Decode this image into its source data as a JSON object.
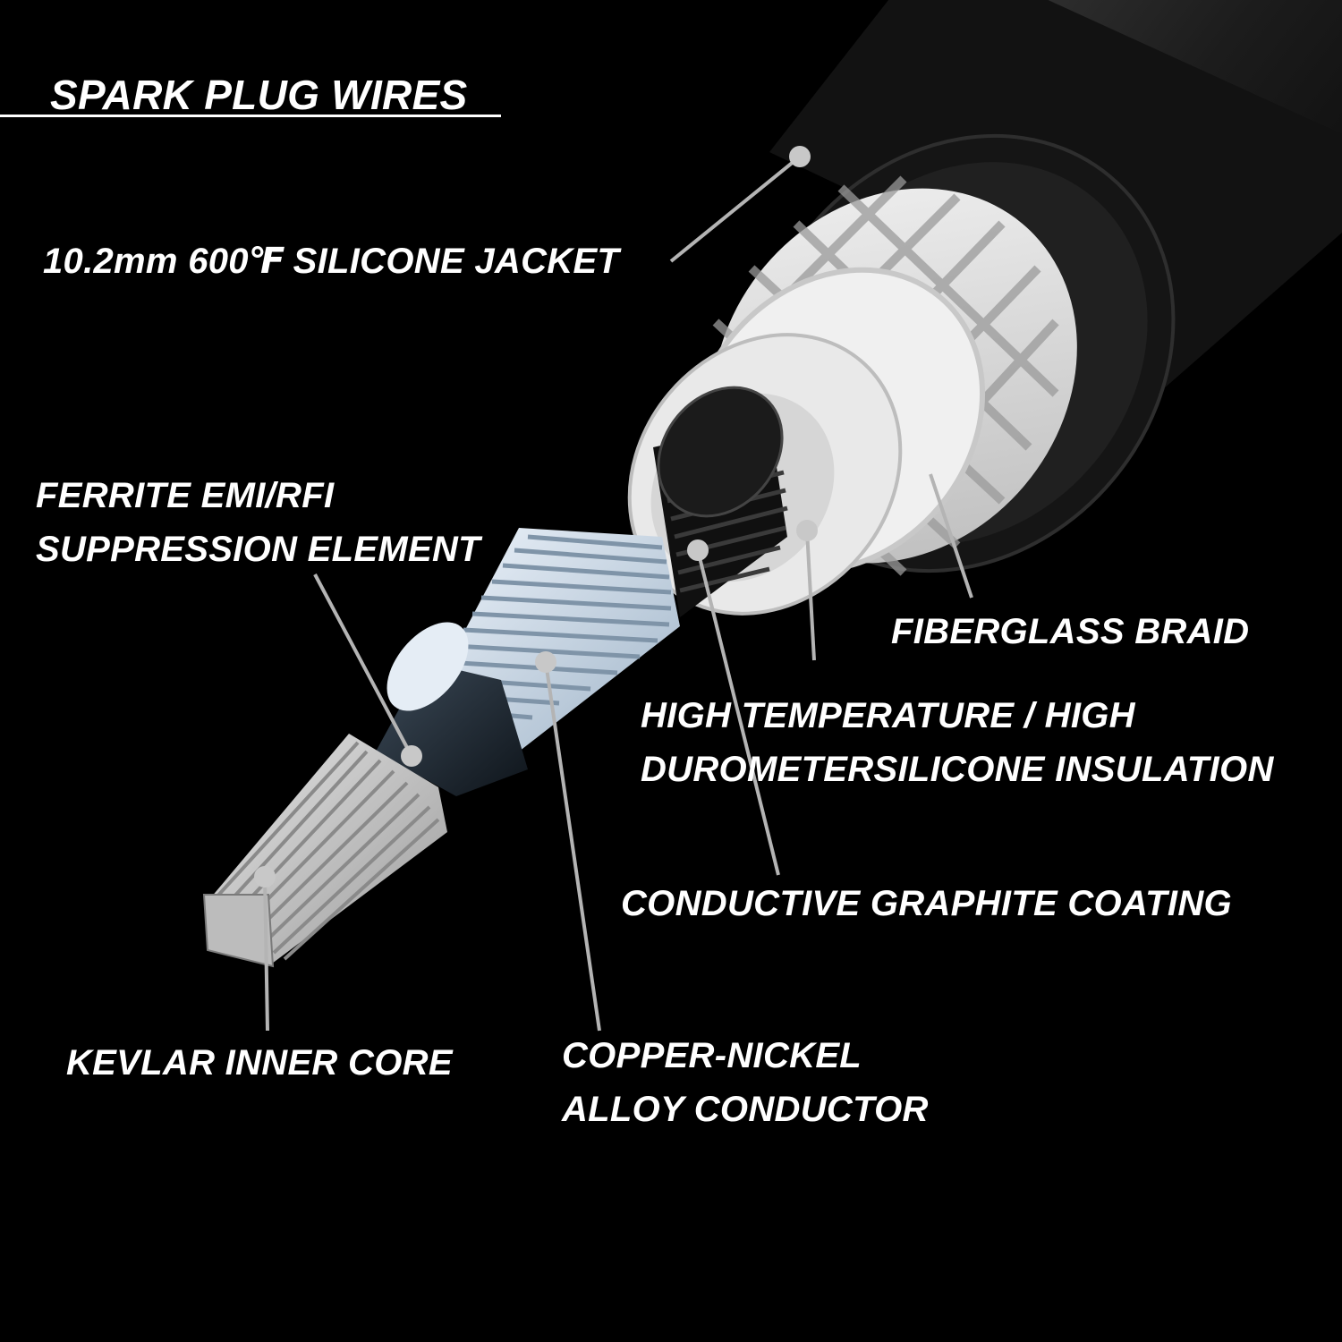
{
  "title": "SPARK PLUG WIRES",
  "labels": {
    "jacket": "10.2mm 600℉  SILICONE JACKET",
    "ferrite_line1": "FERRITE EMI/RFI",
    "ferrite_line2": "SUPPRESSION ELEMENT",
    "braid": "FIBERGLASS BRAID",
    "insulation_line1": "HIGH TEMPERATURE / HIGH",
    "insulation_line2": "DUROMETERSILICONE INSULATION",
    "graphite": "CONDUCTIVE GRAPHITE COATING",
    "kevlar": "KEVLAR INNER CORE",
    "conductor_line1": "COPPER-NICKEL",
    "conductor_line2": "ALLOY CONDUCTOR"
  },
  "colors": {
    "background": "#000000",
    "text": "#ffffff",
    "leader": "#b4b4b4",
    "jacket": "#1a1a1a",
    "braid": "#e8e8e8",
    "insulation": "#f2f2f2",
    "graphite": "#0d0d0d",
    "conductor": "#d8e4f0",
    "ferrite": "#1c2530",
    "kevlar": "#cfcfcf"
  }
}
